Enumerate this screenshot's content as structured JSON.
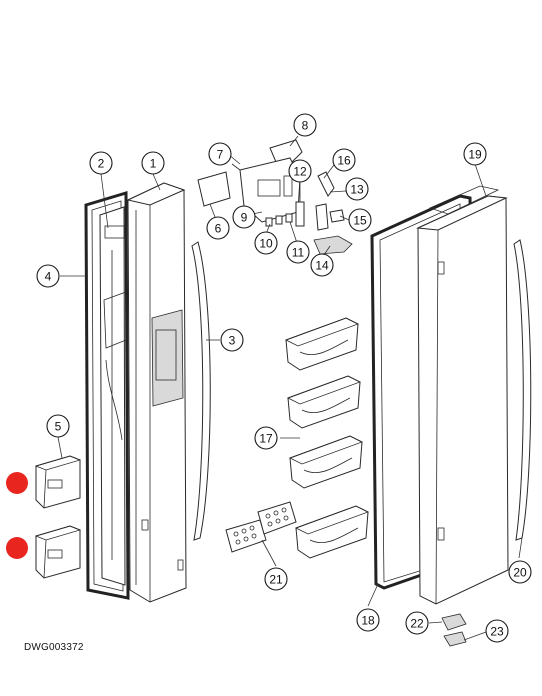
{
  "drawing_number": "DWG003372",
  "highlight_color": "#e8261f",
  "callouts": [
    {
      "id": "1"
    },
    {
      "id": "2"
    },
    {
      "id": "3"
    },
    {
      "id": "4"
    },
    {
      "id": "5"
    },
    {
      "id": "6"
    },
    {
      "id": "7"
    },
    {
      "id": "8"
    },
    {
      "id": "9"
    },
    {
      "id": "10"
    },
    {
      "id": "11"
    },
    {
      "id": "12"
    },
    {
      "id": "13"
    },
    {
      "id": "14"
    },
    {
      "id": "15"
    },
    {
      "id": "16"
    },
    {
      "id": "17"
    },
    {
      "id": "18"
    },
    {
      "id": "19"
    },
    {
      "id": "20"
    },
    {
      "id": "21"
    },
    {
      "id": "22"
    },
    {
      "id": "23"
    }
  ]
}
